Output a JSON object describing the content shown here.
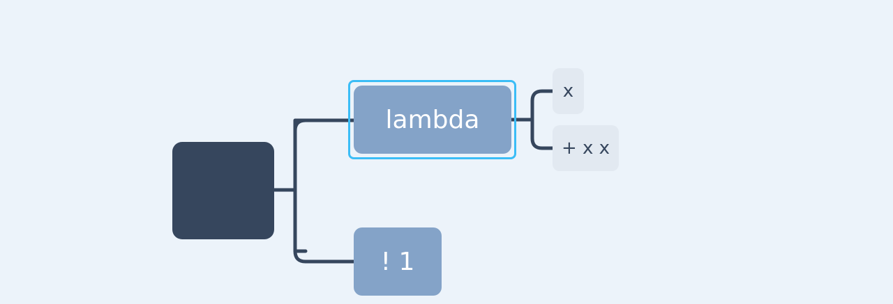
{
  "mindmap": {
    "root": {
      "label": ""
    },
    "branches": [
      {
        "label": "lambda",
        "selected": true,
        "children": [
          {
            "label": "x"
          },
          {
            "label": "+ x x"
          }
        ]
      },
      {
        "label": "! 1"
      }
    ]
  },
  "colors": {
    "background": "#ecf3fa",
    "root_fill": "#36465d",
    "branch_fill": "#84a3c8",
    "leaf_fill": "#e2e9f1",
    "connector": "#36465d",
    "selection": "#3bbdf6"
  }
}
